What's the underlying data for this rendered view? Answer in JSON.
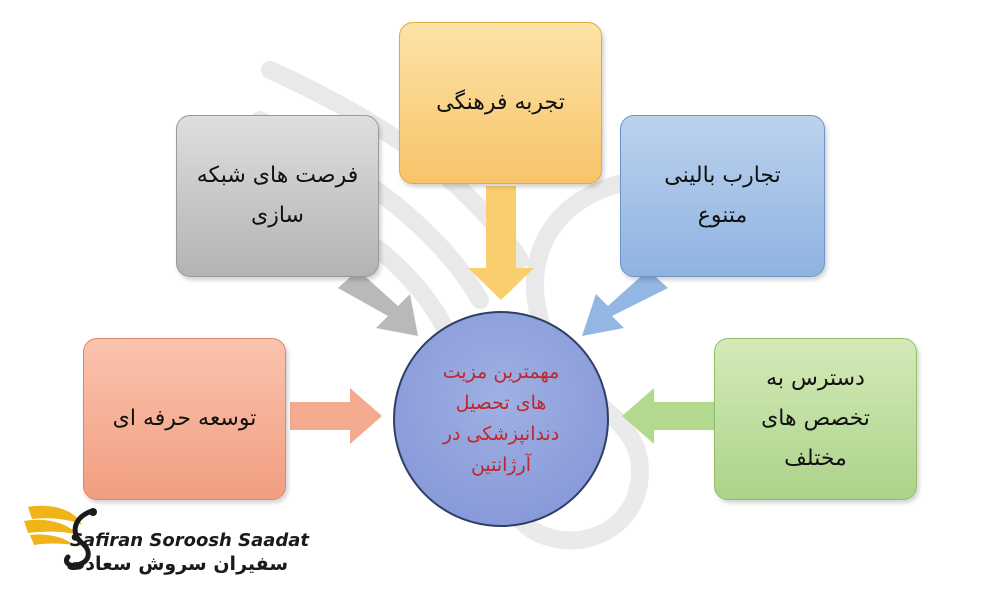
{
  "nodes": {
    "top": {
      "line1": "تجربه فرهنگی",
      "line2": ""
    },
    "top_left": {
      "line1": "فرصت های شبکه",
      "line2": "سازی"
    },
    "top_right": {
      "line1": "تجارب بالینی",
      "line2": "متنوع"
    },
    "left": {
      "line1": "توسعه حرفه ای",
      "line2": ""
    },
    "right": {
      "line1": "دسترس به",
      "line2": "تخصص های",
      "line3": "مختلف"
    }
  },
  "center": {
    "line1": "مهمترین مزیت",
    "line2": "های تحصیل",
    "line3": "دندانپزشکی در",
    "line4": "آرژانتین"
  },
  "logo": {
    "name_en": "Safiran Soroosh Saadat",
    "name_fa": "سفیران سروش سعادت"
  },
  "colors": {
    "top": "#f7c46a",
    "top_left": "#b3b3b3",
    "top_right": "#8fb3e0",
    "left": "#f19e80",
    "right": "#acd38a",
    "center": "#8193d6",
    "center_text": "#c0262b"
  }
}
